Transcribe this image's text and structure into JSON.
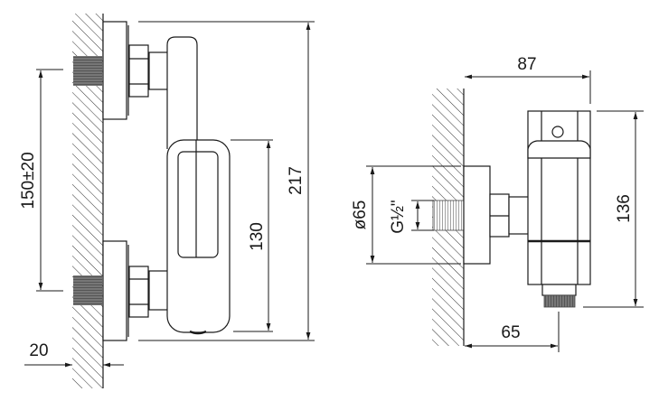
{
  "side_view": {
    "dimensions": {
      "total_height": "217",
      "body_height": "130",
      "inlet_spacing": "150±20",
      "wall_depth": "20"
    }
  },
  "front_view": {
    "dimensions": {
      "total_depth": "87",
      "height": "136",
      "outlet_offset": "65",
      "escutcheon_diameter": "ø65",
      "thread_size": "G½\""
    }
  }
}
